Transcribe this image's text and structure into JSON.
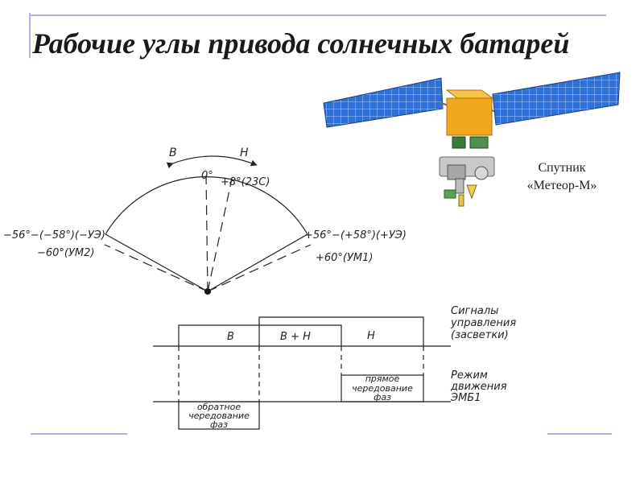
{
  "slide": {
    "title": "Рабочие углы привода солнечных батарей",
    "satellite_caption": [
      "Спутник",
      "«Метеор-М»"
    ]
  },
  "angle_diagram": {
    "direction_left": "В",
    "direction_right": "Н",
    "zero_label": "0°",
    "plus8_label": "+8°(23С)",
    "left_limit_label": "−56°−(−58°)(−УЭ)",
    "left_stop_label": "−60°(УМ2)",
    "right_limit_label": "+56°−(+58°)(+УЭ)",
    "right_stop_label": "+60°(УМ1)"
  },
  "timing_diagram": {
    "signals_label": [
      "Сигналы",
      "управления",
      "(засветки)"
    ],
    "mode_label": [
      "Режим",
      "движения",
      "ЭМБ1"
    ],
    "pulse_b": "В",
    "pulse_bh": "В + Н",
    "pulse_h": "Н",
    "forward_phase": [
      "прямое",
      "чередование",
      "фаз"
    ],
    "reverse_phase": [
      "обратное",
      "чередование",
      "фаз"
    ]
  },
  "colors": {
    "rule": "#b3b3e0",
    "panel_blue": "#2e6fd8",
    "body_orange": "#f2a81d"
  }
}
